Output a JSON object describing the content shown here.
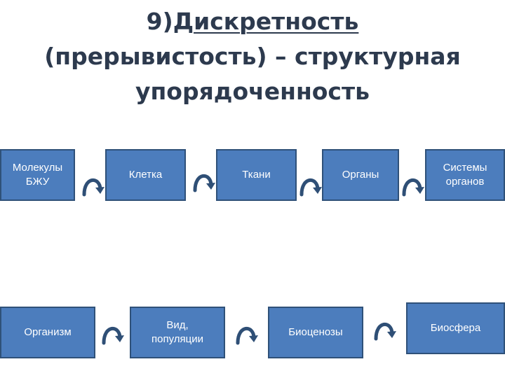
{
  "title": {
    "number": "9)",
    "term": "Дискретность",
    "line2": "(прерывистость) – структурная",
    "line3": "упорядоченность"
  },
  "colors": {
    "box_fill": "#4c7dbd",
    "box_border": "#2f5179",
    "arrow": "#2f4f76",
    "title": "#2d3a4e"
  },
  "row1": [
    "Молекулы\nБЖУ",
    "Клетка",
    "Ткани",
    "Органы",
    "Системы\nорганов"
  ],
  "row2": [
    "Организм",
    "Вид,\nпопуляции",
    "Биоценозы",
    "Биосфера"
  ]
}
